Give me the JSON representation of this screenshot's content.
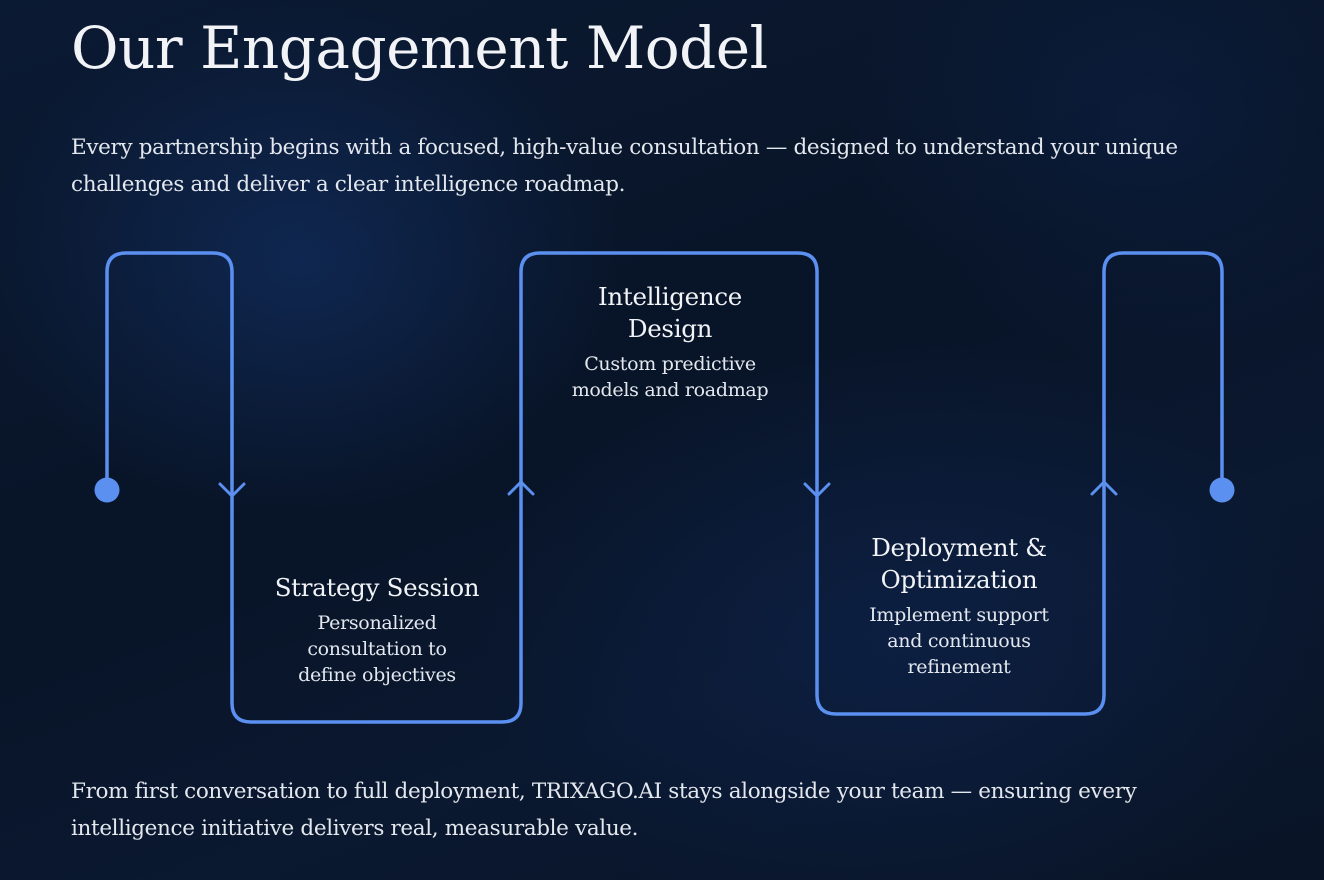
{
  "page": {
    "title": "Our Engagement Model",
    "intro": "Every partnership begins with a focused, high-value consultation — designed to understand your unique challenges and deliver a clear intelligence roadmap.",
    "outro": "From first conversation to full deployment, TRIXAGO.AI stays alongside your team — ensuring every intelligence initiative delivers real, measurable value."
  },
  "steps": [
    {
      "title": "Strategy Session",
      "description": "Personalized consultation to define objectives"
    },
    {
      "title": "Intelligence Design",
      "description": "Custom predictive models and roadmap"
    },
    {
      "title": "Deployment & Optimization",
      "description": "Implement support and continuous refinement"
    }
  ],
  "colors": {
    "background": "#081427",
    "accent": "#5b8ff0",
    "text": "#e8ecf3"
  },
  "icons": {
    "flow_start": "dot-icon",
    "flow_end": "dot-icon",
    "step_arrows": [
      "arrow-down-icon",
      "arrow-up-icon",
      "arrow-down-icon",
      "arrow-up-icon"
    ]
  }
}
